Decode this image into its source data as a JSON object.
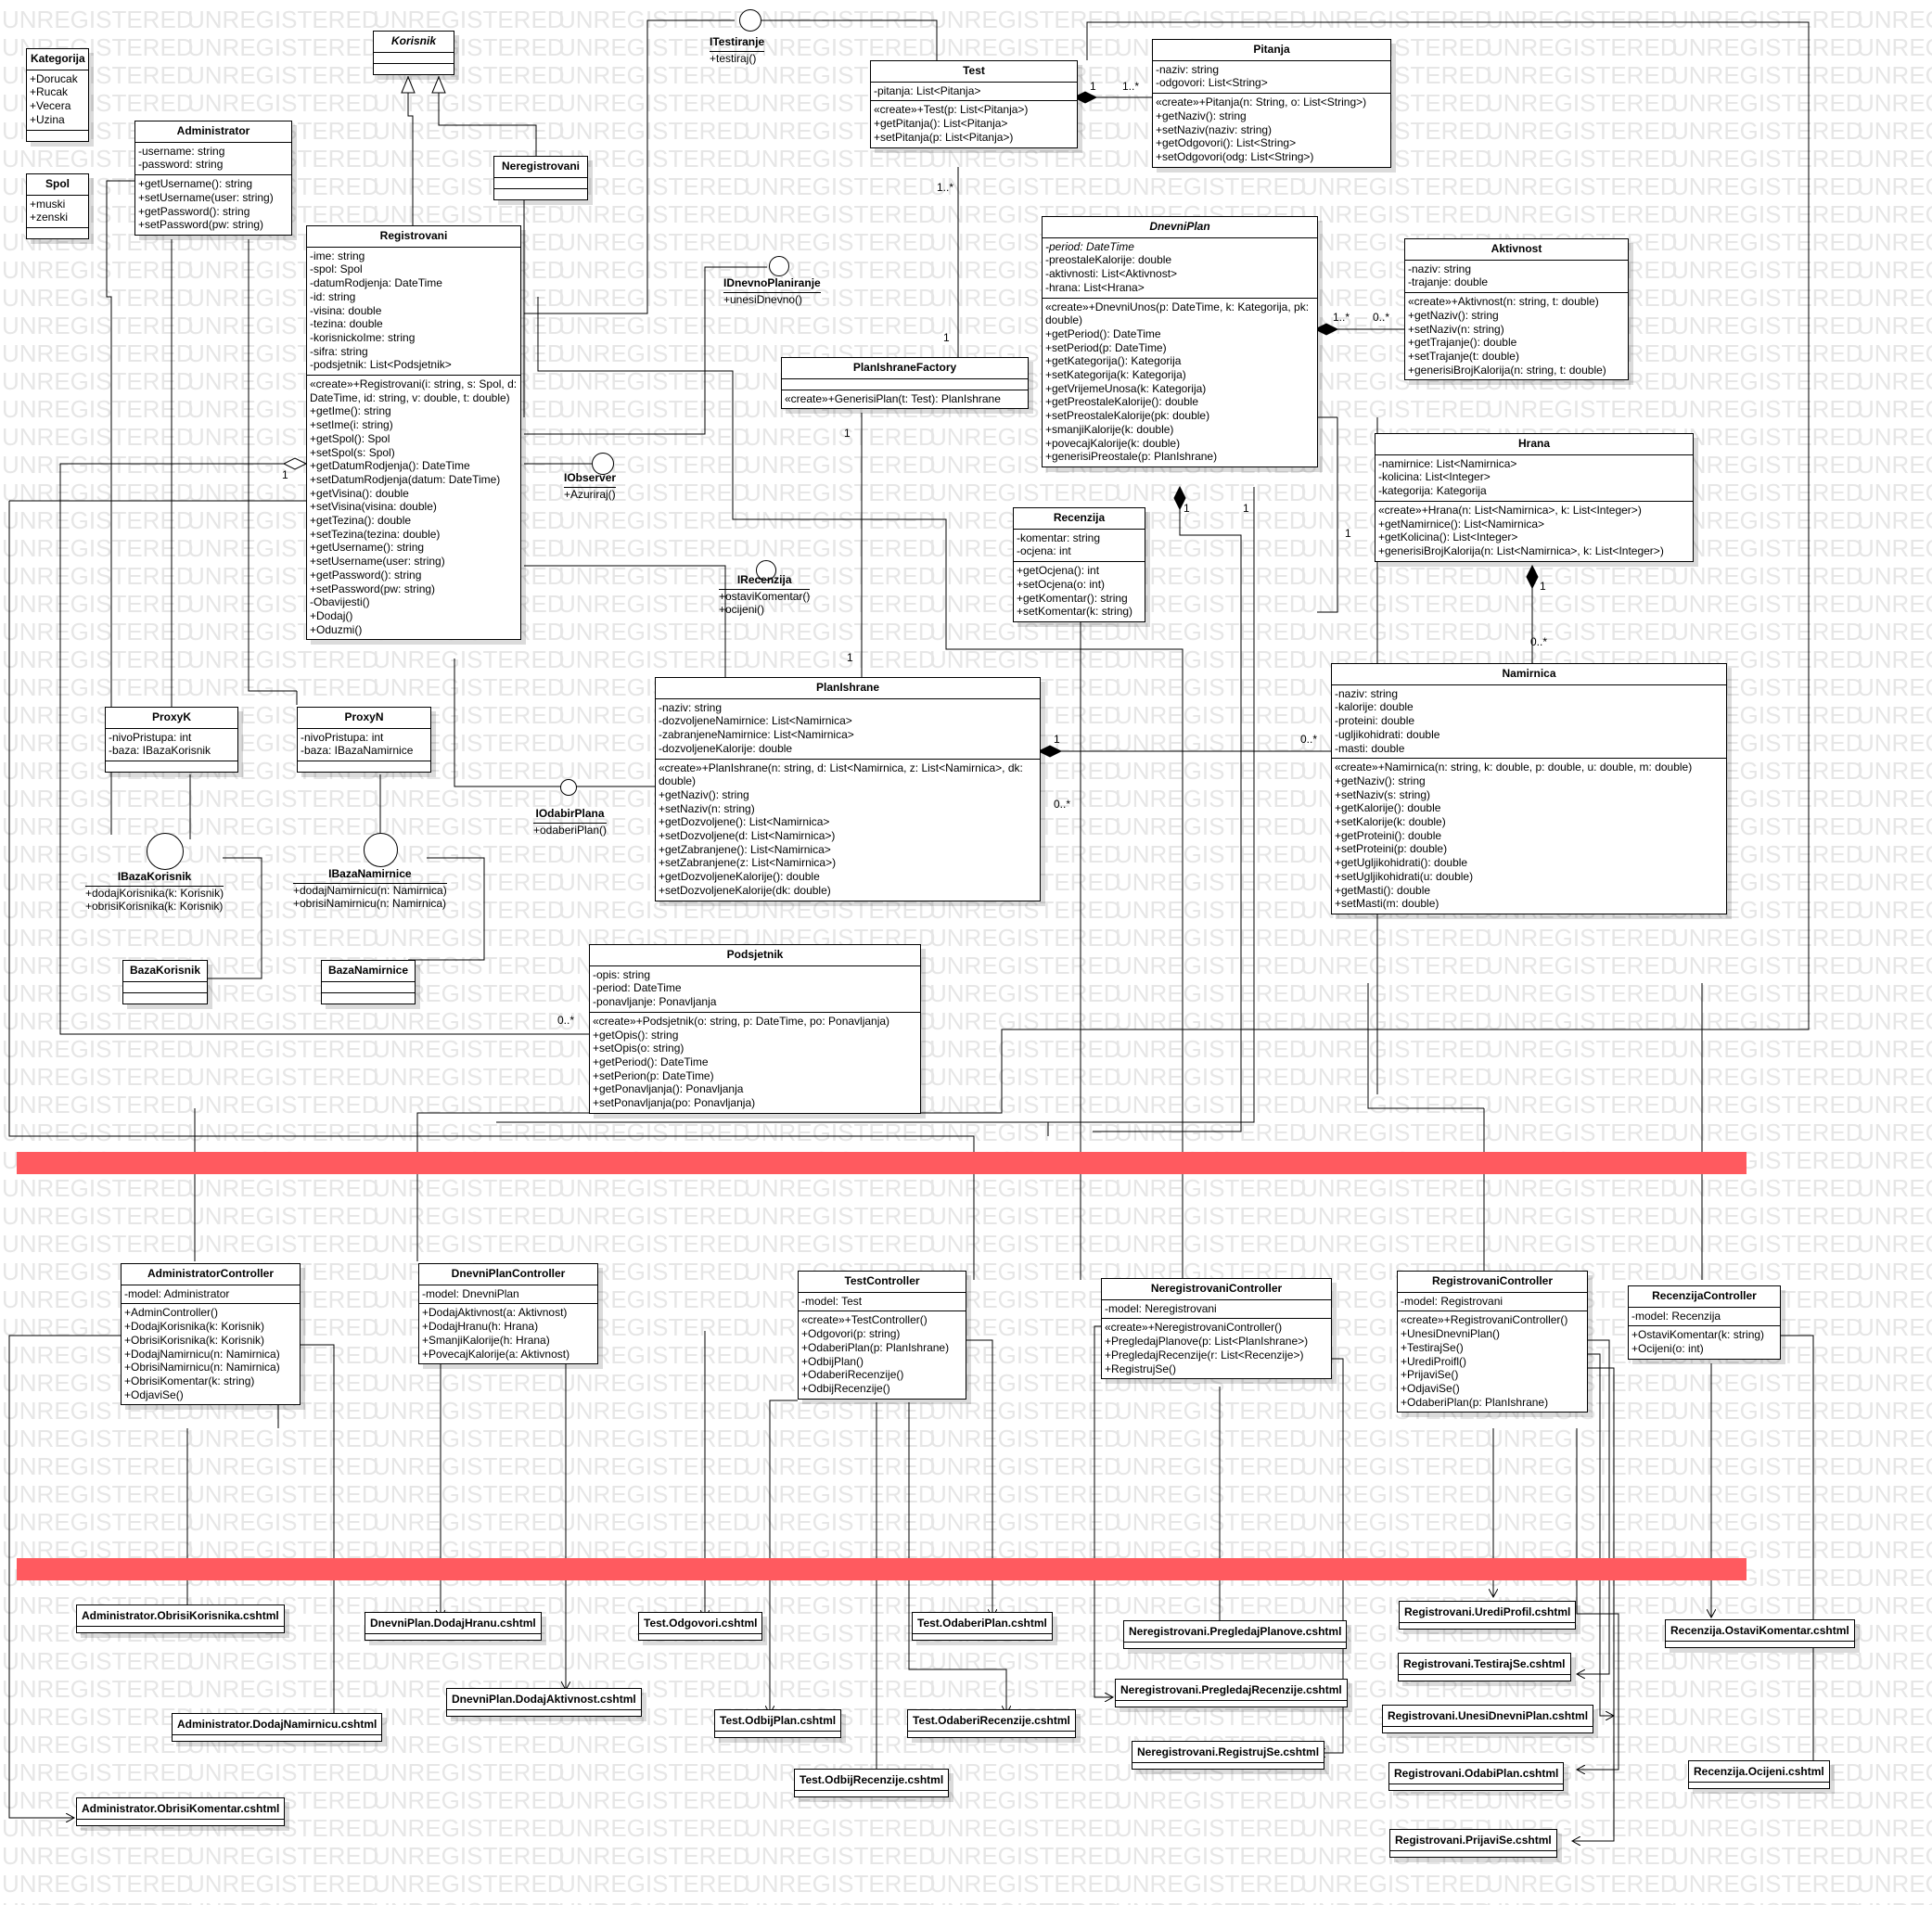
{
  "watermark": "UNREGISTERED",
  "classes": [
    {
      "id": "kategorija",
      "name": "Kategorija",
      "abstract": false,
      "attributes": [
        "+Dorucak",
        "+Rucak",
        "+Vecera",
        "+Uzina"
      ],
      "methods": []
    },
    {
      "id": "spol",
      "name": "Spol",
      "abstract": false,
      "attributes": [
        "+muski",
        "+zenski"
      ],
      "methods": []
    },
    {
      "id": "korisnik",
      "name": "Korisnik",
      "abstract": true,
      "attributes": [],
      "methods": []
    },
    {
      "id": "administrator",
      "name": "Administrator",
      "abstract": false,
      "attributes": [
        "-username: string",
        "-password: string"
      ],
      "methods": [
        "+getUsername(): string",
        "+setUsername(user: string)",
        "+getPassword(): string",
        "+setPassword(pw: string)"
      ]
    },
    {
      "id": "neregistrovani",
      "name": "Neregistrovani",
      "abstract": false,
      "attributes": [],
      "methods": []
    },
    {
      "id": "registrovani",
      "name": "Registrovani",
      "abstract": false,
      "attributes": [
        "-ime: string",
        "-spol: Spol",
        "-datumRodjenja: DateTime",
        "-id: string",
        "-visina: double",
        "-tezina: double",
        "-korisnickoIme: string",
        "-sifra: string",
        "-podsjetnik: List<Podsjetnik>"
      ],
      "methods": [
        "«create»+Registrovani(i: string, s: Spol, d: DateTime, id: string, v: double, t: double)",
        "+getIme(): string",
        "+setIme(i: string)",
        "+getSpol(): Spol",
        "+setSpol(s: Spol)",
        "+getDatumRodjenja(): DateTime",
        "+setDatumRodjenja(datum: DateTime)",
        "+getVisina(): double",
        "+setVisina(visina: double)",
        "+getTezina(): double",
        "+setTezina(tezina: double)",
        "+getUsername(): string",
        "+setUsername(user: string)",
        "+getPassword(): string",
        "+setPassword(pw: string)",
        "-Obavijesti()",
        "+Dodaj()",
        "+Oduzmi()"
      ]
    },
    {
      "id": "test",
      "name": "Test",
      "abstract": false,
      "attributes": [
        "-pitanja: List<Pitanja>"
      ],
      "methods": [
        "«create»+Test(p: List<Pitanja>)",
        "+getPitanja(): List<Pitanja>",
        "+setPitanja(p: List<Pitanja>)"
      ]
    },
    {
      "id": "pitanja",
      "name": "Pitanja",
      "abstract": false,
      "attributes": [
        "-naziv: string",
        "-odgovori: List<String>"
      ],
      "methods": [
        "«create»+Pitanja(n: String, o: List<String>)",
        "+getNaziv(): string",
        "+setNaziv(naziv: string)",
        "+getOdgovori(): List<String>",
        "+setOdgovori(odg: List<String>)"
      ]
    },
    {
      "id": "dnevniplan",
      "name": "DnevniPlan",
      "abstract": true,
      "attributes": [
        "-period: DateTime",
        "-preostaleKalorije: double",
        "-aktivnosti: List<Aktivnost>",
        "-hrana: List<Hrana>"
      ],
      "methods": [
        "«create»+DnevniUnos(p: DateTime, k: Kategorija, pk: double)",
        "+getPeriod(): DateTime",
        "+setPeriod(p: DateTime)",
        "+getKategorija(): Kategorija",
        "+setKategorija(k: Kategorija)",
        "+getVrijemeUnosa(k: Kategorija)",
        "+getPreostaleKalorije(): double",
        "+setPreostaleKalorije(pk: double)",
        "+smanjiKalorije(k: double)",
        "+povecajKalorije(k: double)",
        "+generisiPreostale(p: PlanIshrane)"
      ]
    },
    {
      "id": "aktivnost",
      "name": "Aktivnost",
      "abstract": false,
      "attributes": [
        "-naziv: string",
        "-trajanje: double"
      ],
      "methods": [
        "«create»+Aktivnost(n: string, t: double)",
        "+getNaziv(): string",
        "+setNaziv(n: string)",
        "+getTrajanje(): double",
        "+setTrajanje(t: double)",
        "+generisiBrojKalorija(n: string, t: double)"
      ]
    },
    {
      "id": "planfactory",
      "name": "PlanIshraneFactory",
      "abstract": false,
      "attributes": [],
      "methods": [
        "«create»+GenerisiPlan(t: Test): PlanIshrane"
      ]
    },
    {
      "id": "hrana",
      "name": "Hrana",
      "abstract": false,
      "attributes": [
        "-namirnice: List<Namirnica>",
        "-kolicina: List<Integer>",
        "-kategorija: Kategorija"
      ],
      "methods": [
        "«create»+Hrana(n: List<Namirnica>, k: List<Integer>)",
        "+getNamirnice(): List<Namirnica>",
        "+getKolicina(): List<Integer>",
        "+generisiBrojKalorija(n: List<Namirnica>, k: List<Integer>)"
      ]
    },
    {
      "id": "recenzija",
      "name": "Recenzija",
      "abstract": false,
      "attributes": [
        "-komentar: string",
        "-ocjena: int"
      ],
      "methods": [
        "+getOcjena(): int",
        "+setOcjena(o: int)",
        "+getKomentar(): string",
        "+setKomentar(k: string)"
      ]
    },
    {
      "id": "planishrane",
      "name": "PlanIshrane",
      "abstract": false,
      "attributes": [
        "-naziv: string",
        "-dozvoljeneNamirnice: List<Namirnica>",
        "-zabranjeneNamirnice: List<Namirnica>",
        "-dozvoljeneKalorije: double"
      ],
      "methods": [
        "«create»+PlanIshrane(n: string, d: List<Namirnica, z: List<Namirnica>, dk: double)",
        "+getNaziv(): string",
        "+setNaziv(n: string)",
        "+getDozvoljene(): List<Namirnica>",
        "+setDozvoljene(d: List<Namirnica>)",
        "+getZabranjene(): List<Namirnica>",
        "+setZabranjene(z: List<Namirnica>)",
        "+getDozvoljeneKalorije(): double",
        "+setDozvoljeneKalorije(dk: double)"
      ]
    },
    {
      "id": "namirnica",
      "name": "Namirnica",
      "abstract": false,
      "attributes": [
        "-naziv: string",
        "-kalorije: double",
        "-proteini: double",
        "-ugljikohidrati: double",
        "-masti: double"
      ],
      "methods": [
        "«create»+Namirnica(n: string, k: double, p: double, u: double, m: double)",
        "+getNaziv(): string",
        "+setNaziv(s: string)",
        "+getKalorije(): double",
        "+setKalorije(k: double)",
        "+getProteini(): double",
        "+setProteini(p: double)",
        "+getUgljikohidrati(): double",
        "+setUgljikohidrati(u: double)",
        "+getMasti(): double",
        "+setMasti(m: double)"
      ]
    },
    {
      "id": "proxyk",
      "name": "ProxyK",
      "abstract": false,
      "attributes": [
        "-nivoPristupa: int",
        "-baza: IBazaKorisnik"
      ],
      "methods": []
    },
    {
      "id": "proxyn",
      "name": "ProxyN",
      "abstract": false,
      "attributes": [
        "-nivoPristupa: int",
        "-baza: IBazaNamirnice"
      ],
      "methods": []
    },
    {
      "id": "bazakorisnik",
      "name": "BazaKorisnik",
      "abstract": false,
      "attributes": [],
      "methods": []
    },
    {
      "id": "bazanamirnice",
      "name": "BazaNamirnice",
      "abstract": false,
      "attributes": [],
      "methods": []
    },
    {
      "id": "podsjetnik",
      "name": "Podsjetnik",
      "abstract": false,
      "attributes": [
        "-opis: string",
        "-period: DateTime",
        "-ponavljanje: Ponavljanja"
      ],
      "methods": [
        "«create»+Podsjetnik(o: string, p: DateTime, po: Ponavljanja)",
        "+getOpis(): string",
        "+setOpis(o: string)",
        "+getPeriod(): DateTime",
        "+setPerion(p: DateTime)",
        "+getPonavljanja(): Ponavljanja",
        "+setPonavljanja(po: Ponavljanja)"
      ]
    },
    {
      "id": "adminctrl",
      "name": "AdministratorController",
      "abstract": false,
      "attributes": [
        "-model: Administrator"
      ],
      "methods": [
        "+AdminController()",
        "+DodajKorisnika(k: Korisnik)",
        "+ObrisiKorisnika(k: Korisnik)",
        "+DodajNamirnicu(n: Namirnica)",
        "+ObrisiNamirnicu(n: Namirnica)",
        "+ObrisiKomentar(k: string)",
        "+OdjaviSe()"
      ]
    },
    {
      "id": "dnevnictrl",
      "name": "DnevniPlanController",
      "abstract": false,
      "attributes": [
        "-model: DnevniPlan"
      ],
      "methods": [
        "+DodajAktivnost(a: Aktivnost)",
        "+DodajHranu(h: Hrana)",
        "+SmanjiKalorije(h: Hrana)",
        "+PovecajKalorije(a: Aktivnost)"
      ]
    },
    {
      "id": "testctrl",
      "name": "TestController",
      "abstract": false,
      "attributes": [
        "-model: Test"
      ],
      "methods": [
        "«create»+TestController()",
        "+Odgovori(p: string)",
        "+OdaberiPlan(p: PlanIshrane)",
        "+OdbijPlan()",
        "+OdaberiRecenzije()",
        "+OdbijRecenzije()"
      ]
    },
    {
      "id": "neregctrl",
      "name": "NeregistrovaniController",
      "abstract": false,
      "attributes": [
        "-model: Neregistrovani"
      ],
      "methods": [
        "«create»+NeregistrovaniController()",
        "+PregledajPlanove(p: List<PlanIshrane>)",
        "+PregledajRecenzije(r: List<Recenzije>)",
        "+RegistrujSe()"
      ]
    },
    {
      "id": "regctrl",
      "name": "RegistrovaniController",
      "abstract": false,
      "attributes": [
        "-model: Registrovani"
      ],
      "methods": [
        "«create»+RegistrovaniController()",
        "+UnesiDnevniPlan()",
        "+TestirajSe()",
        "+UrediProifl()",
        "+PrijaviSe()",
        "+OdjaviSe()",
        "+OdaberiPlan(p: PlanIshrane)"
      ]
    },
    {
      "id": "recctrl",
      "name": "RecenzijaController",
      "abstract": false,
      "attributes": [
        "-model: Recenzija"
      ],
      "methods": [
        "+OstaviKomentar(k: string)",
        "+Ocijeni(o: int)"
      ]
    }
  ],
  "interfaces": [
    {
      "id": "itestiranje",
      "name": "ITestiranje",
      "methods": [
        "+testiraj()"
      ]
    },
    {
      "id": "idnevno",
      "name": "IDnevnoPlaniranje",
      "methods": [
        "+unesiDnevno()"
      ]
    },
    {
      "id": "iobserver",
      "name": "IObserver",
      "methods": [
        "+Azuriraj()"
      ]
    },
    {
      "id": "irecenzija",
      "name": "IRecenzija",
      "methods": [
        "+ostaviKomentar()",
        "+ocijeni()"
      ]
    },
    {
      "id": "iodabir",
      "name": "IOdabirPlana",
      "methods": [
        "+odaberiPlan()"
      ]
    },
    {
      "id": "ibazakorisnik",
      "name": "IBazaKorisnik",
      "methods": [
        "+dodajKorisnika(k: Korisnik)",
        "+obrisiKorisnika(k: Korisnik)"
      ]
    },
    {
      "id": "ibazanamirnice",
      "name": "IBazaNamirnice",
      "methods": [
        "+dodajNamirnicu(n: Namirnica)",
        "+obrisiNamirnicu(n: Namirnica)"
      ]
    }
  ],
  "views": [
    {
      "id": "v1",
      "label": "Administrator.ObrisiKorisnika.cshtml"
    },
    {
      "id": "v2",
      "label": "Administrator.DodajNamirnicu.cshtml"
    },
    {
      "id": "v3",
      "label": "Administrator.ObrisiKomentar.cshtml"
    },
    {
      "id": "v4",
      "label": "DnevniPlan.DodajHranu.cshtml"
    },
    {
      "id": "v5",
      "label": "DnevniPlan.DodajAktivnost.cshtml"
    },
    {
      "id": "v6",
      "label": "Test.Odgovori.cshtml"
    },
    {
      "id": "v7",
      "label": "Test.OdbijPlan.cshtml"
    },
    {
      "id": "v8",
      "label": "Test.OdbijRecenzije.cshtml"
    },
    {
      "id": "v9",
      "label": "Test.OdaberiPlan.cshtml"
    },
    {
      "id": "v10",
      "label": "Test.OdaberiRecenzije.cshtml"
    },
    {
      "id": "v11",
      "label": "Neregistrovani.PregledajPlanove.cshtml"
    },
    {
      "id": "v12",
      "label": "Neregistrovani.PregledajRecenzije.cshtml"
    },
    {
      "id": "v13",
      "label": "Neregistrovani.RegistrujSe.cshtml"
    },
    {
      "id": "v14",
      "label": "Registrovani.UrediProfil.cshtml"
    },
    {
      "id": "v15",
      "label": "Registrovani.TestirajSe.cshtml"
    },
    {
      "id": "v16",
      "label": "Registrovani.UnesiDnevniPlan.cshtml"
    },
    {
      "id": "v17",
      "label": "Registrovani.OdabiPlan.cshtml"
    },
    {
      "id": "v18",
      "label": "Registrovani.PrijaviSe.cshtml"
    },
    {
      "id": "v19",
      "label": "Recenzija.OstaviKomentar.cshtml"
    },
    {
      "id": "v20",
      "label": "Recenzija.Ocijeni.cshtml"
    }
  ],
  "multiplicities": [
    {
      "id": "m1",
      "text": "1"
    },
    {
      "id": "m2",
      "text": "1..*"
    },
    {
      "id": "m3",
      "text": "1..*"
    },
    {
      "id": "m4",
      "text": "1"
    },
    {
      "id": "m5",
      "text": "1"
    },
    {
      "id": "m6",
      "text": "0..*"
    },
    {
      "id": "m7",
      "text": "1..*"
    },
    {
      "id": "m8",
      "text": "1"
    },
    {
      "id": "m9",
      "text": "1"
    },
    {
      "id": "m10",
      "text": "1"
    },
    {
      "id": "m11",
      "text": "0..*"
    },
    {
      "id": "m12",
      "text": "1"
    },
    {
      "id": "m13",
      "text": "0..*"
    },
    {
      "id": "m14",
      "text": "1"
    },
    {
      "id": "m15",
      "text": "0..*"
    },
    {
      "id": "m16",
      "text": "1"
    },
    {
      "id": "m17",
      "text": "1"
    },
    {
      "id": "m18",
      "text": "0..*"
    }
  ],
  "colors": {
    "separator": "#ff5a5f",
    "line": "#000000",
    "watermark": "#e6e6e6"
  }
}
